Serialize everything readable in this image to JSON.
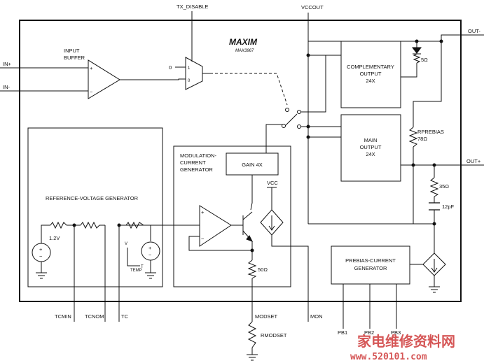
{
  "brand": {
    "logo": "MAXIM",
    "part": "MAX3967"
  },
  "pins": {
    "tx_disable": "TX_DISABLE",
    "vccout": "VCCOUT",
    "in_plus": "IN+",
    "in_minus": "IN-",
    "out_minus": "OUT-",
    "out_plus": "OUT+",
    "tcmin": "TCMIN",
    "tcnom": "TCNOM",
    "tc": "TC",
    "modset": "MODSET",
    "mon": "MON",
    "pb1": "PB1",
    "pb2": "PB2",
    "pb3": "PB3"
  },
  "blocks": {
    "input_buffer": [
      "INPUT",
      "BUFFER"
    ],
    "complementary_output": [
      "COMPLEMENTARY",
      "OUTPUT",
      "24X"
    ],
    "main_output": [
      "MAIN",
      "OUTPUT",
      "24X"
    ],
    "reference_voltage": "REFERENCE-VOLTAGE GENERATOR",
    "modulation_current": [
      "MODULATION-",
      "CURRENT",
      "GENERATOR"
    ],
    "gain": "GAIN 4X",
    "prebias_current": [
      "PREBIAS-CURRENT",
      "GENERATOR"
    ]
  },
  "labels": {
    "mux_one": "1",
    "mux_zero": "0",
    "mux_input_zero": "0",
    "res_5": "5Ω",
    "rprebias": "RPREBIAS",
    "rprebias_value": "78Ω",
    "res_35": "35Ω",
    "cap_12pf": "12pF",
    "vcc": "VCC",
    "ref_1v2": "1.2V",
    "temp": "TEMP",
    "vt_v": "V",
    "vt_t": "T",
    "res_50": "50Ω",
    "rmodset": "RMODSET",
    "plus": "+",
    "minus": "−"
  },
  "watermark": {
    "chinese": "家电维修资料网",
    "url": "www.520101.com"
  },
  "colors": {
    "line": "#111111",
    "watermark": "#c81e1e"
  }
}
